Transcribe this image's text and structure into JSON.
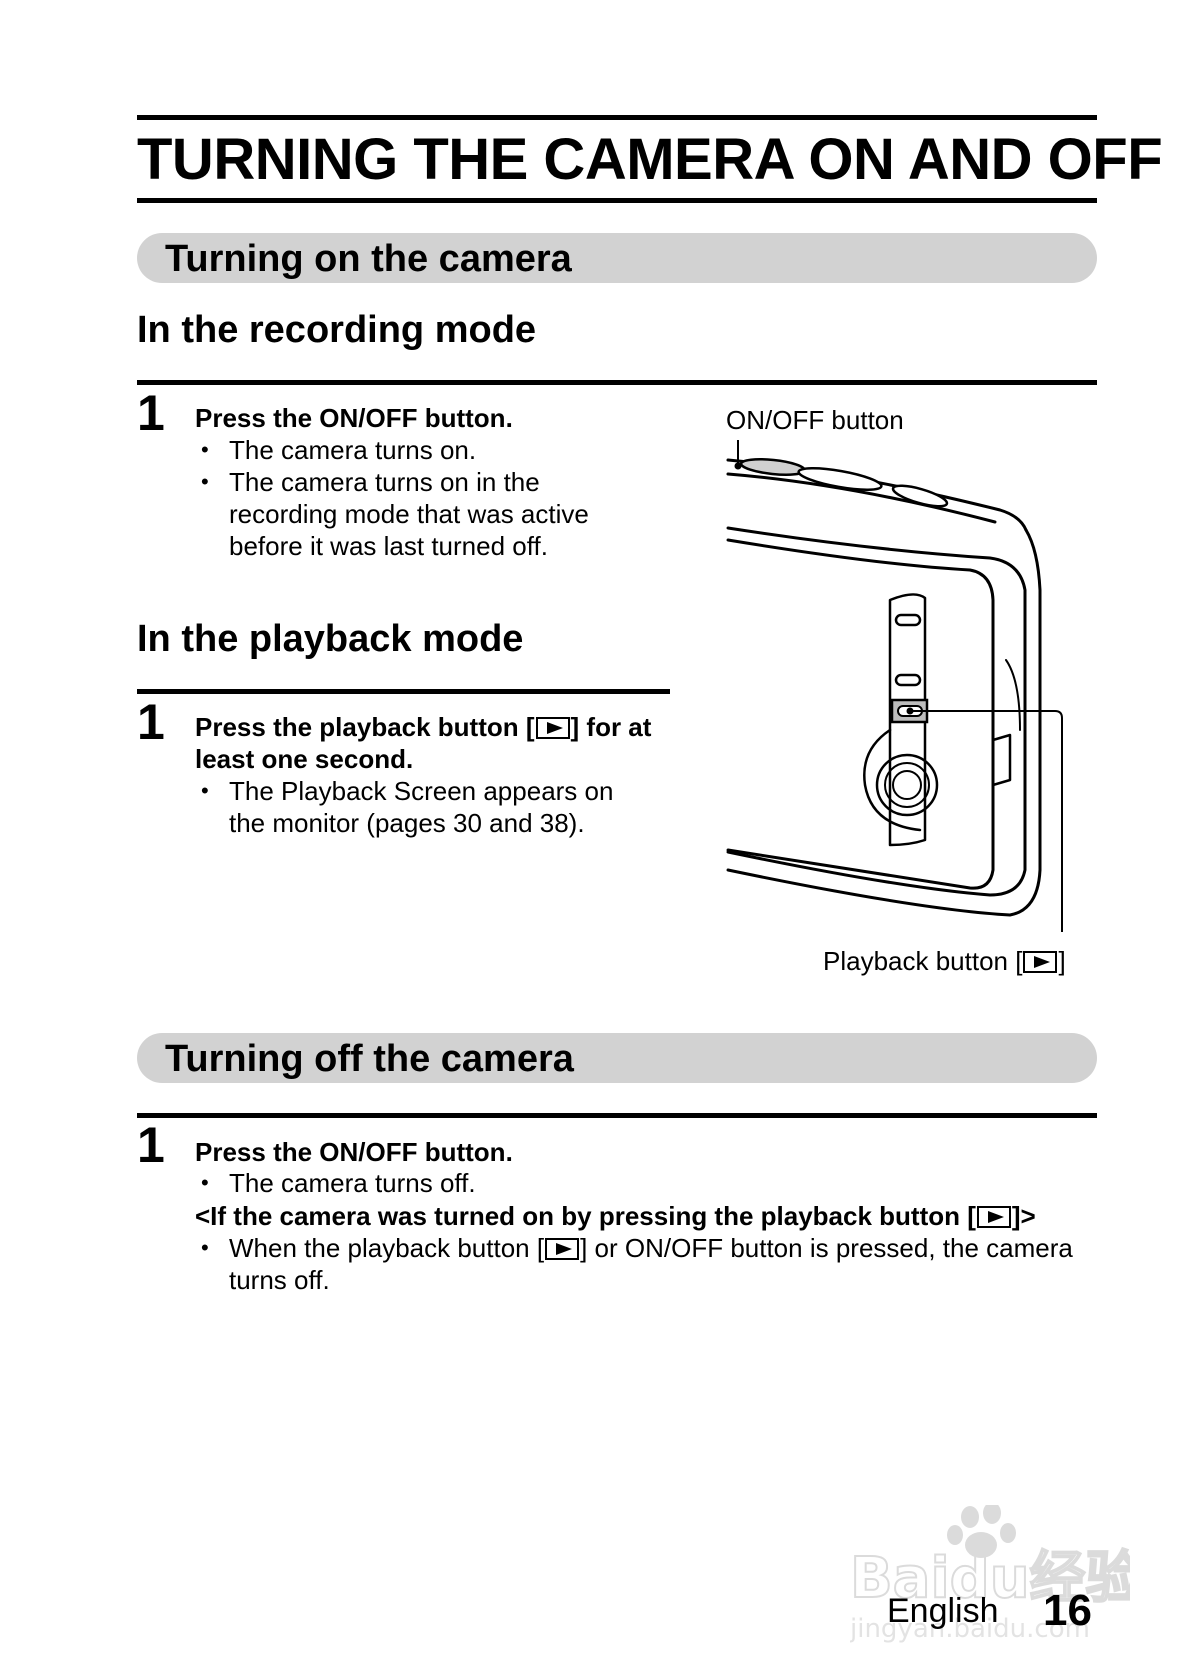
{
  "page": {
    "title": "TURNING THE CAMERA ON AND OFF",
    "footer_language": "English",
    "page_number": "16",
    "watermark_text": "Baidu经验",
    "watermark_url": "jingyan.baidu.com"
  },
  "on_section": {
    "title": "Turning on the camera",
    "recording": {
      "heading": "In the recording mode",
      "step_number": "1",
      "instruction": "Press the ON/OFF button.",
      "bullets": [
        "The camera turns on.",
        "The camera turns on in the recording mode that was active before it was last turned off."
      ]
    },
    "playback": {
      "heading": "In the playback mode",
      "step_number": "1",
      "instruction_before_icon": "Press the playback button [",
      "instruction_after_icon": "] for at least one second.",
      "bullets": [
        "The Playback Screen appears on the monitor (pages 30 and 38)."
      ]
    }
  },
  "illustration": {
    "onoff_label": "ON/OFF button",
    "playback_label_before": "Playback button [",
    "playback_label_after": "]"
  },
  "off_section": {
    "title": "Turning off the camera",
    "step_number": "1",
    "instruction": "Press the ON/OFF button.",
    "bullet": "The camera turns off.",
    "condition_before": "<If the camera was turned on by pressing the playback button [",
    "condition_after": "]>",
    "note_before": "When the playback button [",
    "note_after": "] or ON/OFF button is pressed, the camera turns off."
  },
  "icons": {
    "playback": "playback-triangle-icon"
  }
}
